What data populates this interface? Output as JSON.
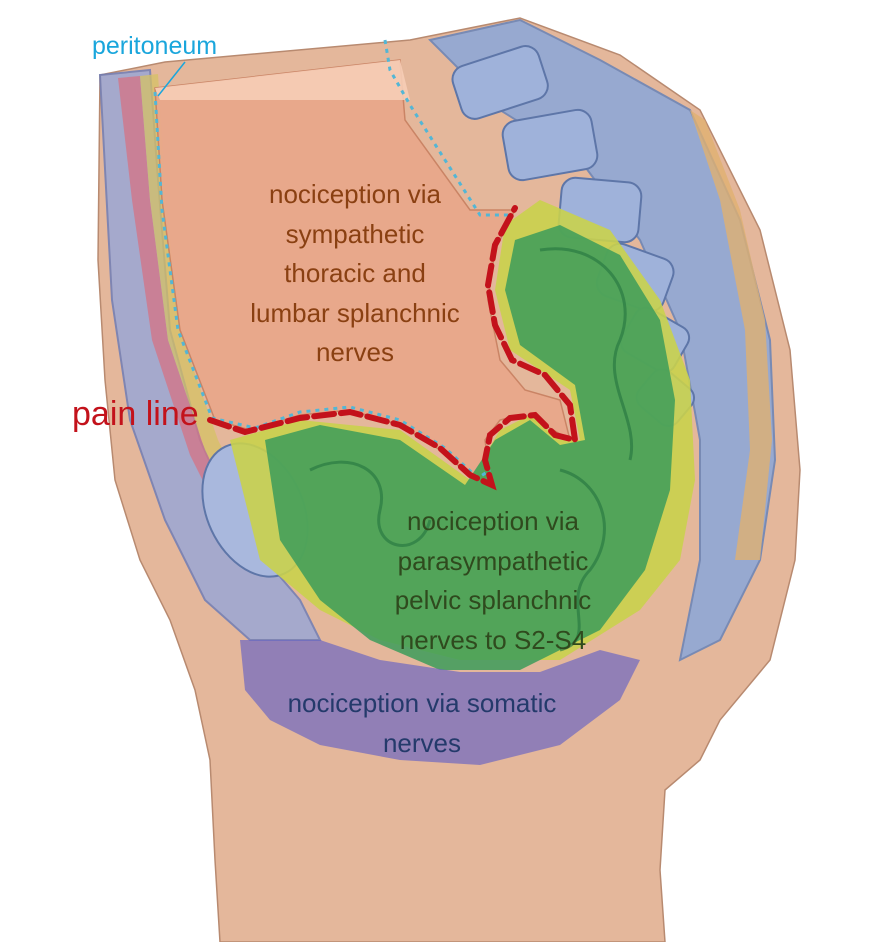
{
  "labels": {
    "peritoneum": "peritoneum",
    "pain_line": "pain line",
    "sympathetic": [
      "nociception via",
      "sympathetic",
      "thoracic and",
      "lumbar splanchnic",
      "nerves"
    ],
    "parasympathetic": [
      "nociception via",
      "parasympathetic",
      "pelvic splanchnic",
      "nerves to S2-S4"
    ],
    "somatic": [
      "nociception via somatic",
      "nerves"
    ]
  },
  "colors": {
    "peritoneum_text": "#1aa6dc",
    "pain_line": "#c3121b",
    "sympathetic_region": "#e9a88b",
    "parasympathetic_region": "#3c9c5a",
    "somatic_region": "#7a78c8",
    "skin": "#e2b69a"
  }
}
